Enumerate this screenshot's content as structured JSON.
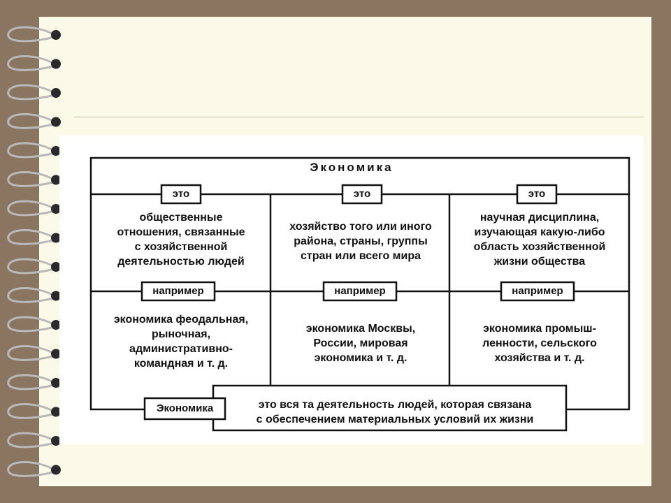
{
  "diagram": {
    "title": "Экономика",
    "this_label": "это",
    "example_label": "например",
    "columns": [
      {
        "meaning": "общественные\nотношения, связанные\nс хозяйственной\nдеятельностью людей",
        "example": "экономика феодальная,\nрыночная,\nадминистративно-\nкомандная и т. д."
      },
      {
        "meaning": "хозяйство того или иного\nрайона, страны, группы\nстран или всего мира",
        "example": "экономика Москвы,\nРоссии, мировая\nэкономика и т. д."
      },
      {
        "meaning": "научная дисциплина,\nизучающая какую-либо\nобласть хозяйственной\nжизни общества",
        "example": "экономика промыш-\nленности, сельского\nхозяйства и т. д."
      }
    ],
    "definition_term": "Экономика",
    "definition_text": "это вся та деятельность людей, которая связана\nс обеспечением материальных условий их жизни"
  }
}
